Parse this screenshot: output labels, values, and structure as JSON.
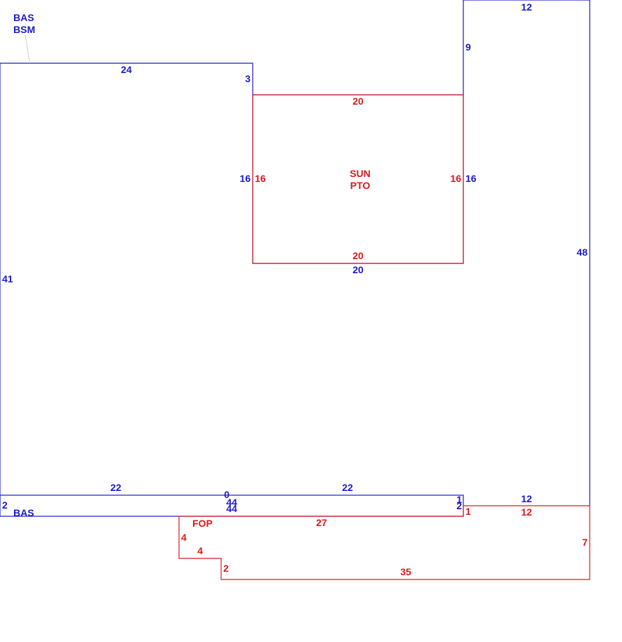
{
  "colors": {
    "main": "#1a1ac8",
    "sub": "#d81a1a",
    "leader": "#888888"
  },
  "area_labels": {
    "top_left_line1": "BAS",
    "top_left_line2": "BSM",
    "sun_line1": "SUN",
    "sun_line2": "PTO",
    "bottom_strip": "BAS",
    "fop": "FOP"
  },
  "dimensions": {
    "main_top_left": "24",
    "main_notch": "3",
    "main_left": "41",
    "main_right": "48",
    "main_top_right": "12",
    "main_step": "9",
    "sun_left_outer": "16",
    "sun_right_outer": "16",
    "sun_bottom_outer": "20",
    "strip_top_left": "22",
    "strip_top_right": "22",
    "strip_center_zero": "0",
    "strip_center_top": "44",
    "strip_center_bottom": "44",
    "strip_left": "2",
    "strip_right_a": "1",
    "strip_right_b": "2",
    "strip_ledge": "12",
    "sun_top": "20",
    "sun_left": "16",
    "sun_right": "16",
    "sun_bottom": "20",
    "fop_top": "27",
    "fop_ledge": "12",
    "fop_right_a": "1",
    "fop_right": "7",
    "fop_left": "4",
    "fop_step_h": "4",
    "fop_step_v": "2",
    "fop_bottom": "35"
  }
}
